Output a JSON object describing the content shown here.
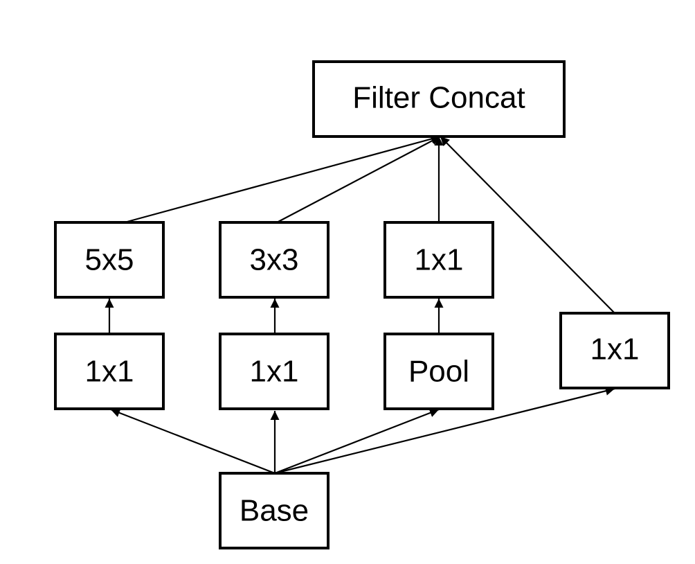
{
  "diagram": {
    "colors": {
      "stroke": "#000000",
      "fill": "#ffffff",
      "text": "#000000"
    },
    "nodes": {
      "filter_concat": {
        "label": "Filter Concat"
      },
      "conv5x5": {
        "label": "5x5"
      },
      "conv3x3": {
        "label": "3x3"
      },
      "conv1x1_after_pool": {
        "label": "1x1"
      },
      "reduce1x1_for_5x5": {
        "label": "1x1"
      },
      "reduce1x1_for_3x3": {
        "label": "1x1"
      },
      "pool": {
        "label": "Pool"
      },
      "conv1x1_direct": {
        "label": "1x1"
      },
      "base": {
        "label": "Base"
      }
    },
    "edges": [
      {
        "from": "base",
        "to": "reduce1x1_for_5x5"
      },
      {
        "from": "base",
        "to": "reduce1x1_for_3x3"
      },
      {
        "from": "base",
        "to": "pool"
      },
      {
        "from": "base",
        "to": "conv1x1_direct"
      },
      {
        "from": "reduce1x1_for_5x5",
        "to": "conv5x5"
      },
      {
        "from": "reduce1x1_for_3x3",
        "to": "conv3x3"
      },
      {
        "from": "pool",
        "to": "conv1x1_after_pool"
      },
      {
        "from": "conv5x5",
        "to": "filter_concat"
      },
      {
        "from": "conv3x3",
        "to": "filter_concat"
      },
      {
        "from": "conv1x1_after_pool",
        "to": "filter_concat"
      },
      {
        "from": "conv1x1_direct",
        "to": "filter_concat"
      }
    ]
  }
}
